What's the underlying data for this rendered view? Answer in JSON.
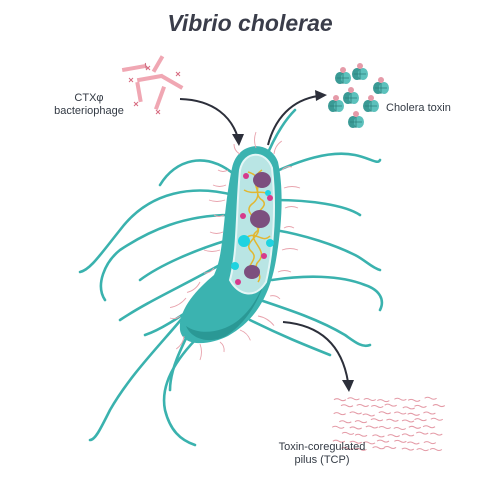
{
  "title": "Vibrio cholerae",
  "labels": {
    "phage_line1": "CTXφ",
    "phage_line2": "bacteriophage",
    "toxin": "Cholera toxin",
    "tcp_line1": "Toxin-coregulated",
    "tcp_line2": "pilus (TCP)"
  },
  "colors": {
    "body": "#3bb3b0",
    "body_dark": "#2a9895",
    "body_light": "#b9e5e4",
    "flagella": "#3ab2ae",
    "pili": "#e8a3ad",
    "dna": "#e2b730",
    "granule_purple": "#7c4f7e",
    "dot_magenta": "#d63a8c",
    "dot_cyan": "#1fd3e0",
    "arrow": "#2c2f3a",
    "phage": "#f0a7b3",
    "toxin_teal": "#3a9a95",
    "toxin_pink": "#e59aa8"
  }
}
